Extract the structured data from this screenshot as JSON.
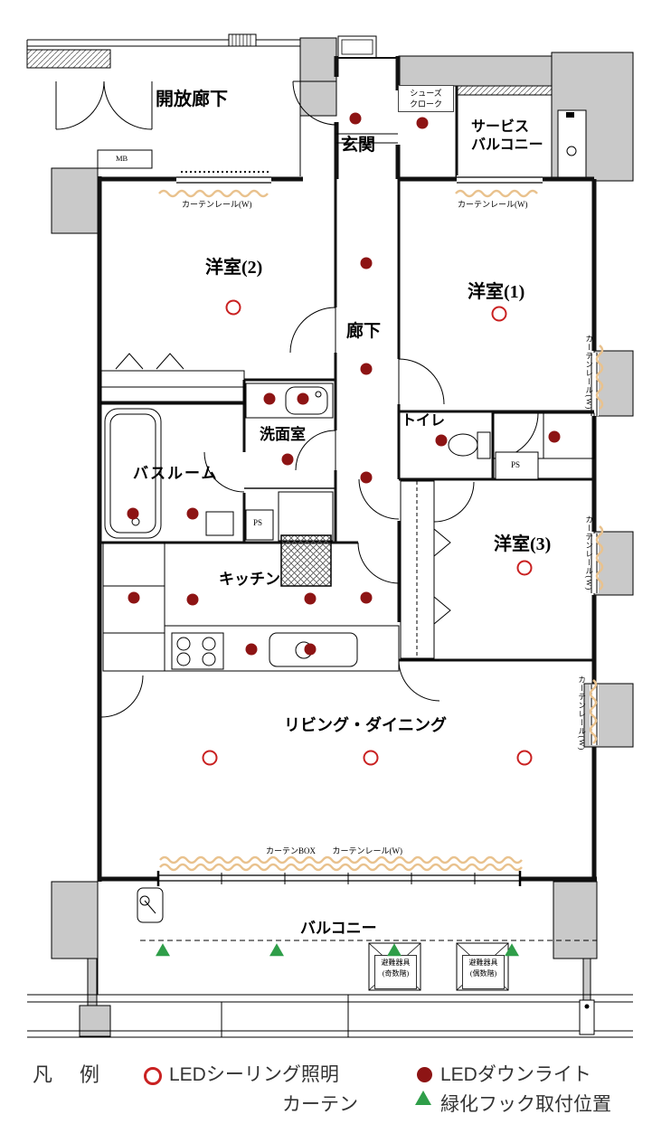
{
  "plan": {
    "rooms": {
      "open_corridor": "開放廊下",
      "entrance": "玄関",
      "shoe_closet_line1": "シューズ",
      "shoe_closet_line2": "クローク",
      "service_balcony_line1": "サービス",
      "service_balcony_line2": "バルコニー",
      "western_room_2": "洋室(2)",
      "western_room_1": "洋室(1)",
      "corridor": "廊下",
      "washroom": "洗面室",
      "toilet": "トイレ",
      "bathroom": "バスルーム",
      "kitchen": "キッチン",
      "western_room_3": "洋室(3)",
      "living_dining": "リビング・ダイニング",
      "balcony": "バルコニー"
    },
    "annotations": {
      "curtain_rail_w": "カーテンレール(W)",
      "curtain_box": "カーテンBOX",
      "mb": "MB",
      "ps": "PS",
      "evac_odd_line1": "避難器具",
      "evac_odd_line2": "(奇数階)",
      "evac_even_line1": "避難器具",
      "evac_even_line2": "(偶数階)"
    },
    "markers": {
      "downlights": [
        [
          393,
          131
        ],
        [
          467,
          136
        ],
        [
          405,
          291
        ],
        [
          405,
          408
        ],
        [
          298,
          441
        ],
        [
          335,
          441
        ],
        [
          318,
          508
        ],
        [
          405,
          528
        ],
        [
          488,
          487
        ],
        [
          613,
          483
        ],
        [
          147,
          568
        ],
        [
          213,
          568
        ],
        [
          148,
          661
        ],
        [
          213,
          663
        ],
        [
          343,
          662
        ],
        [
          405,
          661
        ],
        [
          278,
          718
        ],
        [
          343,
          718
        ]
      ],
      "ceiling_lights": [
        [
          258,
          340
        ],
        [
          552,
          347
        ],
        [
          580,
          628
        ],
        [
          232,
          838
        ],
        [
          410,
          838
        ],
        [
          580,
          838
        ]
      ],
      "green_hooks": [
        [
          180,
          1051
        ],
        [
          306,
          1051
        ],
        [
          436,
          1051
        ],
        [
          566,
          1051
        ]
      ]
    }
  },
  "legend": {
    "title": "凡　例",
    "ceiling_label": "LEDシーリング照明",
    "downlight_label": "LEDダウンライト",
    "curtain_label": "カーテン",
    "hook_label": "緑化フック取付位置"
  },
  "colors": {
    "downlight": "#8d1414",
    "ceiling_light": "#c92121",
    "hook_green": "#2f9e49",
    "curtain_rail": "#e9c28e",
    "wall": "#111111",
    "poche": "#c9c9c9"
  }
}
